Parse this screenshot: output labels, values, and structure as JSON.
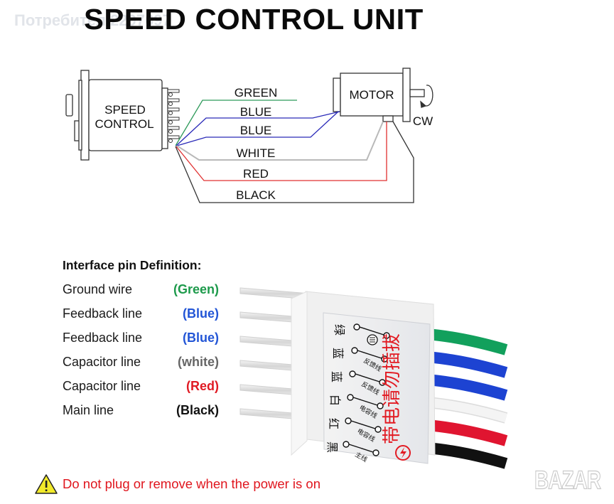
{
  "title": "SPEED CONTROL UNIT",
  "watermark": "Потребител 2297697",
  "diagram": {
    "controller_label_line1": "SPEED",
    "controller_label_line2": "CONTROL",
    "motor_label": "MOTOR",
    "rotation_label": "CW",
    "wires": [
      {
        "label": "GREEN",
        "color": "#2e9a5a"
      },
      {
        "label": "BLUE",
        "color": "#2a2ab8"
      },
      {
        "label": "BLUE",
        "color": "#2a2ab8"
      },
      {
        "label": "WHITE",
        "color": "#b9b9b9"
      },
      {
        "label": "RED",
        "color": "#e03030"
      },
      {
        "label": "BLACK",
        "color": "#333333"
      }
    ]
  },
  "pin_definition": {
    "title": "Interface pin Definition:",
    "rows": [
      {
        "name": "Ground wire",
        "color_label": "(Green)",
        "color": "#1d9a4b"
      },
      {
        "name": "Feedback line",
        "color_label": "(Blue)",
        "color": "#2255d6"
      },
      {
        "name": "Feedback line",
        "color_label": "(Blue)",
        "color": "#2255d6"
      },
      {
        "name": "Capacitor line",
        "color_label": "(white)",
        "color": "#666666"
      },
      {
        "name": "Capacitor line",
        "color_label": "(Red)",
        "color": "#e01b24"
      },
      {
        "name": "Main line",
        "color_label": "(Black)",
        "color": "#111111"
      }
    ]
  },
  "connector": {
    "pin_labels_cn": [
      "绿",
      "蓝",
      "蓝",
      "白",
      "红",
      "黑"
    ],
    "line_labels_cn": [
      "",
      "反馈线",
      "反馈线",
      "电容线",
      "电容线",
      "主线"
    ],
    "warning_cn": "带电请勿插拔",
    "cable_colors": [
      "#12a05c",
      "#1d43d2",
      "#1d43d2",
      "#f4f4f4",
      "#e01530",
      "#111111"
    ]
  },
  "warning": {
    "text": "Do not plug or remove when the power is on",
    "icon": "warning-triangle-icon"
  },
  "logo": "BAZAR"
}
